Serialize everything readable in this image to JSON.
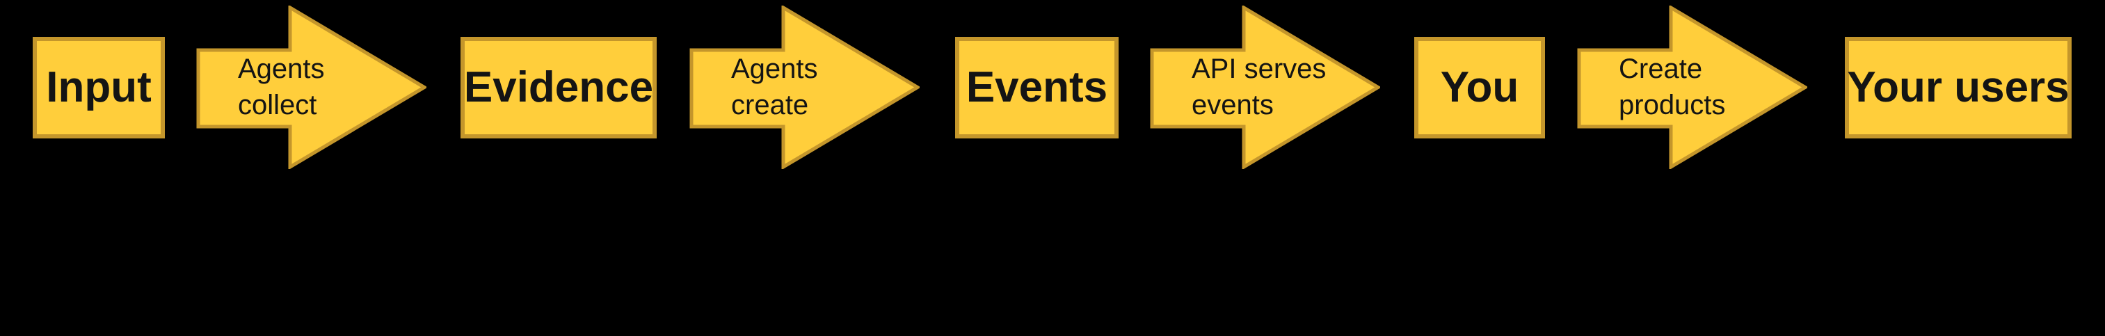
{
  "colors": {
    "background": "#000000",
    "shape_fill": "#FFCE3B",
    "shape_border": "#C4962B",
    "text": "#141414"
  },
  "flow": {
    "nodes": [
      {
        "label": "Input"
      },
      {
        "label": "Evidence"
      },
      {
        "label": "Events"
      },
      {
        "label": "You"
      },
      {
        "label": "Your users"
      }
    ],
    "arrows": [
      {
        "line1": "Agents",
        "line2": "collect"
      },
      {
        "line1": "Agents",
        "line2": "create"
      },
      {
        "line1": "API serves",
        "line2": "events"
      },
      {
        "line1": "Create",
        "line2": "products"
      }
    ]
  }
}
